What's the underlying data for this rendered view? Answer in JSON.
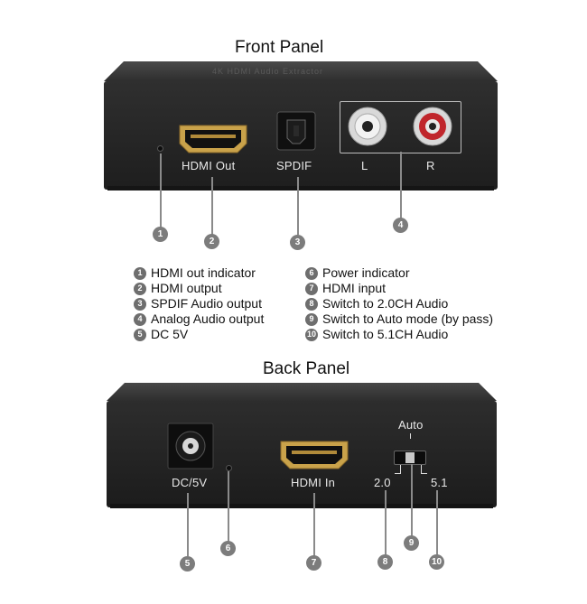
{
  "front_panel": {
    "title": "Front Panel",
    "labels": {
      "hdmi_out": "HDMI Out",
      "spdif": "SPDIF",
      "left": "L",
      "right": "R"
    },
    "top_engraving": "4K HDMI Audio Extractor"
  },
  "back_panel": {
    "title": "Back Panel",
    "labels": {
      "dc": "DC/5V",
      "hdmi_in": "HDMI In",
      "auto": "Auto",
      "ch20": "2.0",
      "ch51": "5.1"
    }
  },
  "callouts": [
    "1",
    "2",
    "3",
    "4",
    "5",
    "6",
    "7",
    "8",
    "9",
    "10"
  ],
  "legend": {
    "left": [
      {
        "num": "1",
        "text": "HDMI out indicator"
      },
      {
        "num": "2",
        "text": "HDMI output"
      },
      {
        "num": "3",
        "text": "SPDIF Audio output"
      },
      {
        "num": "4",
        "text": "Analog Audio output"
      },
      {
        "num": "5",
        "text": "DC 5V"
      }
    ],
    "right": [
      {
        "num": "6",
        "text": "Power indicator"
      },
      {
        "num": "7",
        "text": "HDMI input"
      },
      {
        "num": "8",
        "text": "Switch to 2.0CH Audio"
      },
      {
        "num": "9",
        "text": "Switch to Auto mode (by pass)"
      },
      {
        "num": "10",
        "text": "Switch to 5.1CH Audio"
      }
    ]
  },
  "colors": {
    "device_body": "#2b2b2b",
    "device_top": "#3a3a3a",
    "rca_right": "#c0262c",
    "rca_left": "#e6e6e6",
    "hdmi_gold": "#c9a24a"
  }
}
